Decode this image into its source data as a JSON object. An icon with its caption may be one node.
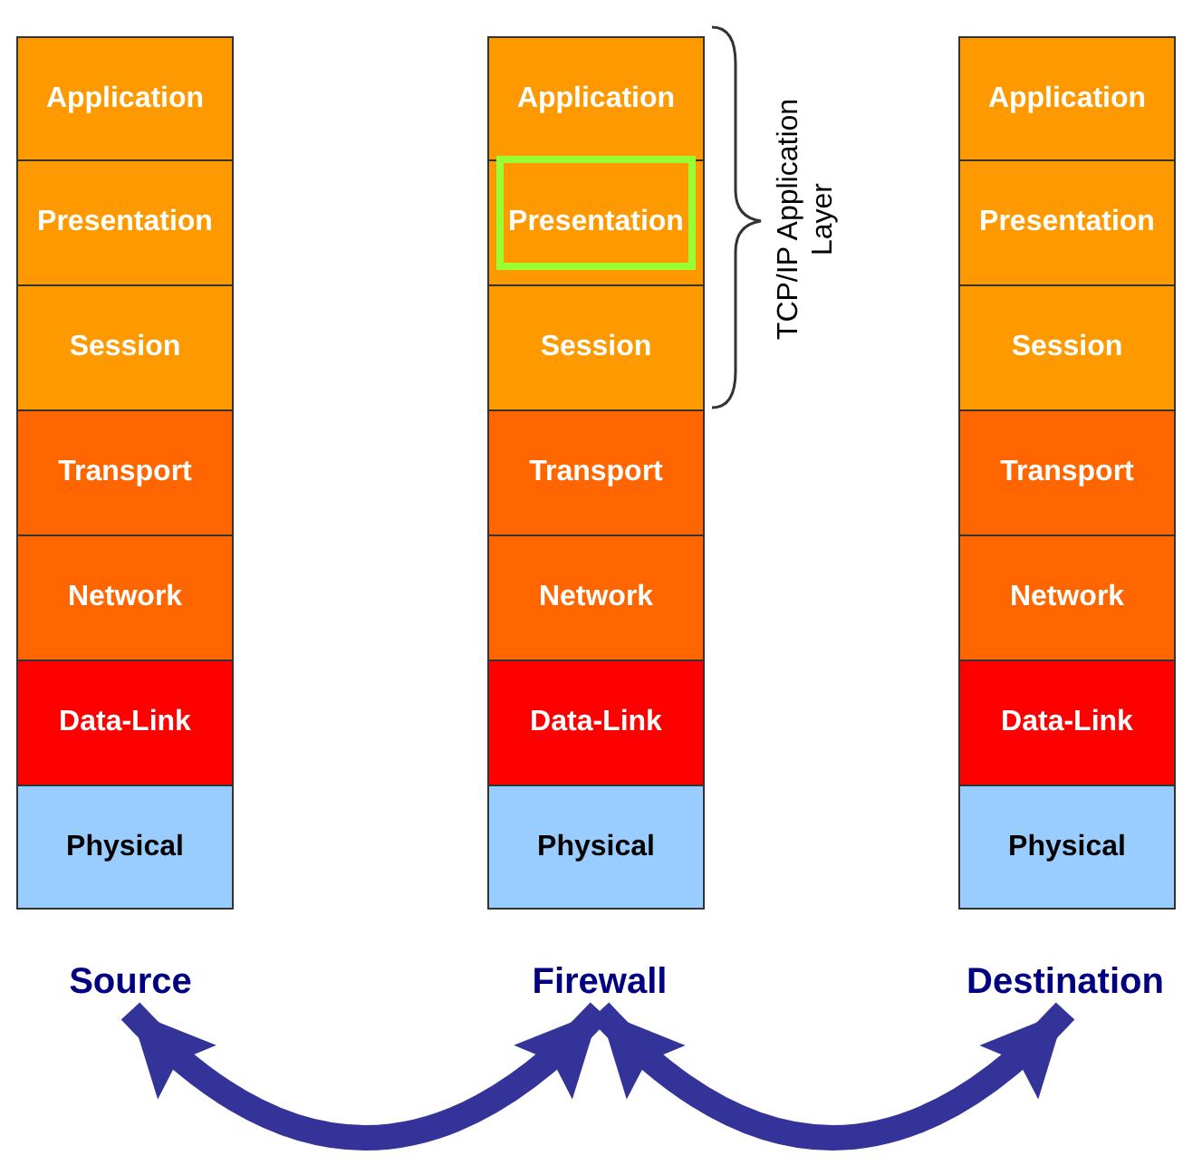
{
  "diagram": {
    "nodes": [
      {
        "text": [
          "Application"
        ]
      },
      {
        "text": [
          "Presentation"
        ]
      },
      {
        "text": [
          "Session"
        ]
      },
      {
        "text": [
          "Transport"
        ]
      },
      {
        "text": [
          "Network"
        ]
      },
      {
        "text": [
          "Data-Link"
        ]
      },
      {
        "text": [
          "Physical"
        ]
      },
      {
        "text": [
          "Application"
        ]
      },
      {
        "text": [
          "Presentation"
        ]
      },
      {
        "text": [
          "Session"
        ]
      },
      {
        "text": [
          "Transport"
        ]
      },
      {
        "text": [
          "Network"
        ]
      },
      {
        "text": [
          "Data-Link"
        ]
      },
      {
        "text": [
          "Physical"
        ]
      },
      {
        "text": [
          "Application"
        ]
      },
      {
        "text": [
          "Presentation"
        ]
      },
      {
        "text": [
          "Session"
        ]
      },
      {
        "text": [
          "Transport"
        ]
      },
      {
        "text": [
          "Network"
        ]
      },
      {
        "text": [
          "Data-Link"
        ]
      },
      {
        "text": [
          "Physical"
        ]
      },
      {
        "text": [
          "Source"
        ]
      },
      {
        "text": [
          "Firewall"
        ]
      },
      {
        "text": [
          "Destination"
        ]
      }
    ],
    "edges": [
      {
        "from": 21,
        "to": 22,
        "arrow": "both"
      },
      {
        "from": 22,
        "to": 23,
        "arrow": "both"
      }
    ],
    "labels": [
      "TCP/IP Application Layer"
    ]
  }
}
